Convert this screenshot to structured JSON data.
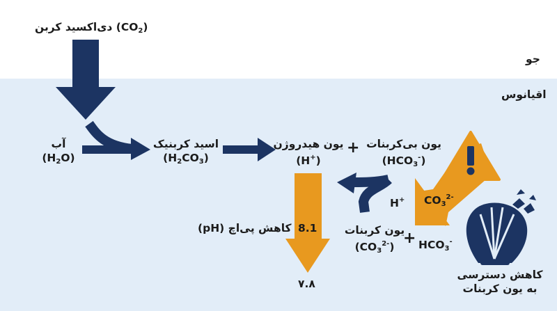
{
  "labels": {
    "co2_label": "دی‌اکسید کربن",
    "co2_formula_pre": "(CO",
    "co2_formula_sub": "2",
    "co2_formula_post": ")",
    "atmosphere": "جو",
    "ocean": "اقیانوس",
    "water_name": "آب",
    "water_formula_pre": "(H",
    "water_formula_sub": "2",
    "water_formula_post": "O)",
    "carbonic_name": "اسید کربنیک",
    "carbonic_formula_pre": "(H",
    "carbonic_formula_sub1": "2",
    "carbonic_formula_mid": "CO",
    "carbonic_formula_sub2": "3",
    "carbonic_formula_post": ")",
    "hydrogen_name": "یون هیدروژن",
    "hydrogen_formula_pre": "(H",
    "hydrogen_formula_sup": "+",
    "hydrogen_formula_post": ")",
    "plus_symbol": "+",
    "bicarbonate_name": "یون بی‌کربنات",
    "bicarbonate_formula_pre": "(HCO",
    "bicarbonate_formula_sub": "3",
    "bicarbonate_formula_sup": "-",
    "bicarbonate_formula_post": ")",
    "h_label": "H",
    "h_label_sup": "+",
    "co3_label": "CO",
    "co3_label_sub": "3",
    "co3_label_sup": "2-",
    "carbonate_name": "یون کربنات",
    "carbonate_formula_pre": "(CO",
    "carbonate_formula_sub": "3",
    "carbonate_formula_sup": "2-",
    "carbonate_formula_post": ")",
    "hco3_label": "HCO",
    "hco3_label_sub": "3",
    "hco3_label_sup": "-",
    "ph_start": "8.1",
    "ph_label": "کاهش پی‌اچ (pH)",
    "ph_end": "۷.۸",
    "shell_caption_line1": "کاهش دسترسی",
    "shell_caption_line2": "به یون کربنات",
    "warning_symbol": "!"
  },
  "colors": {
    "navy": "#1c3462",
    "orange": "#e8991f",
    "ocean": "#e2edf8",
    "text": "#1b1b1b"
  },
  "icons": [
    "warning-triangle-icon",
    "seashell-icon"
  ]
}
